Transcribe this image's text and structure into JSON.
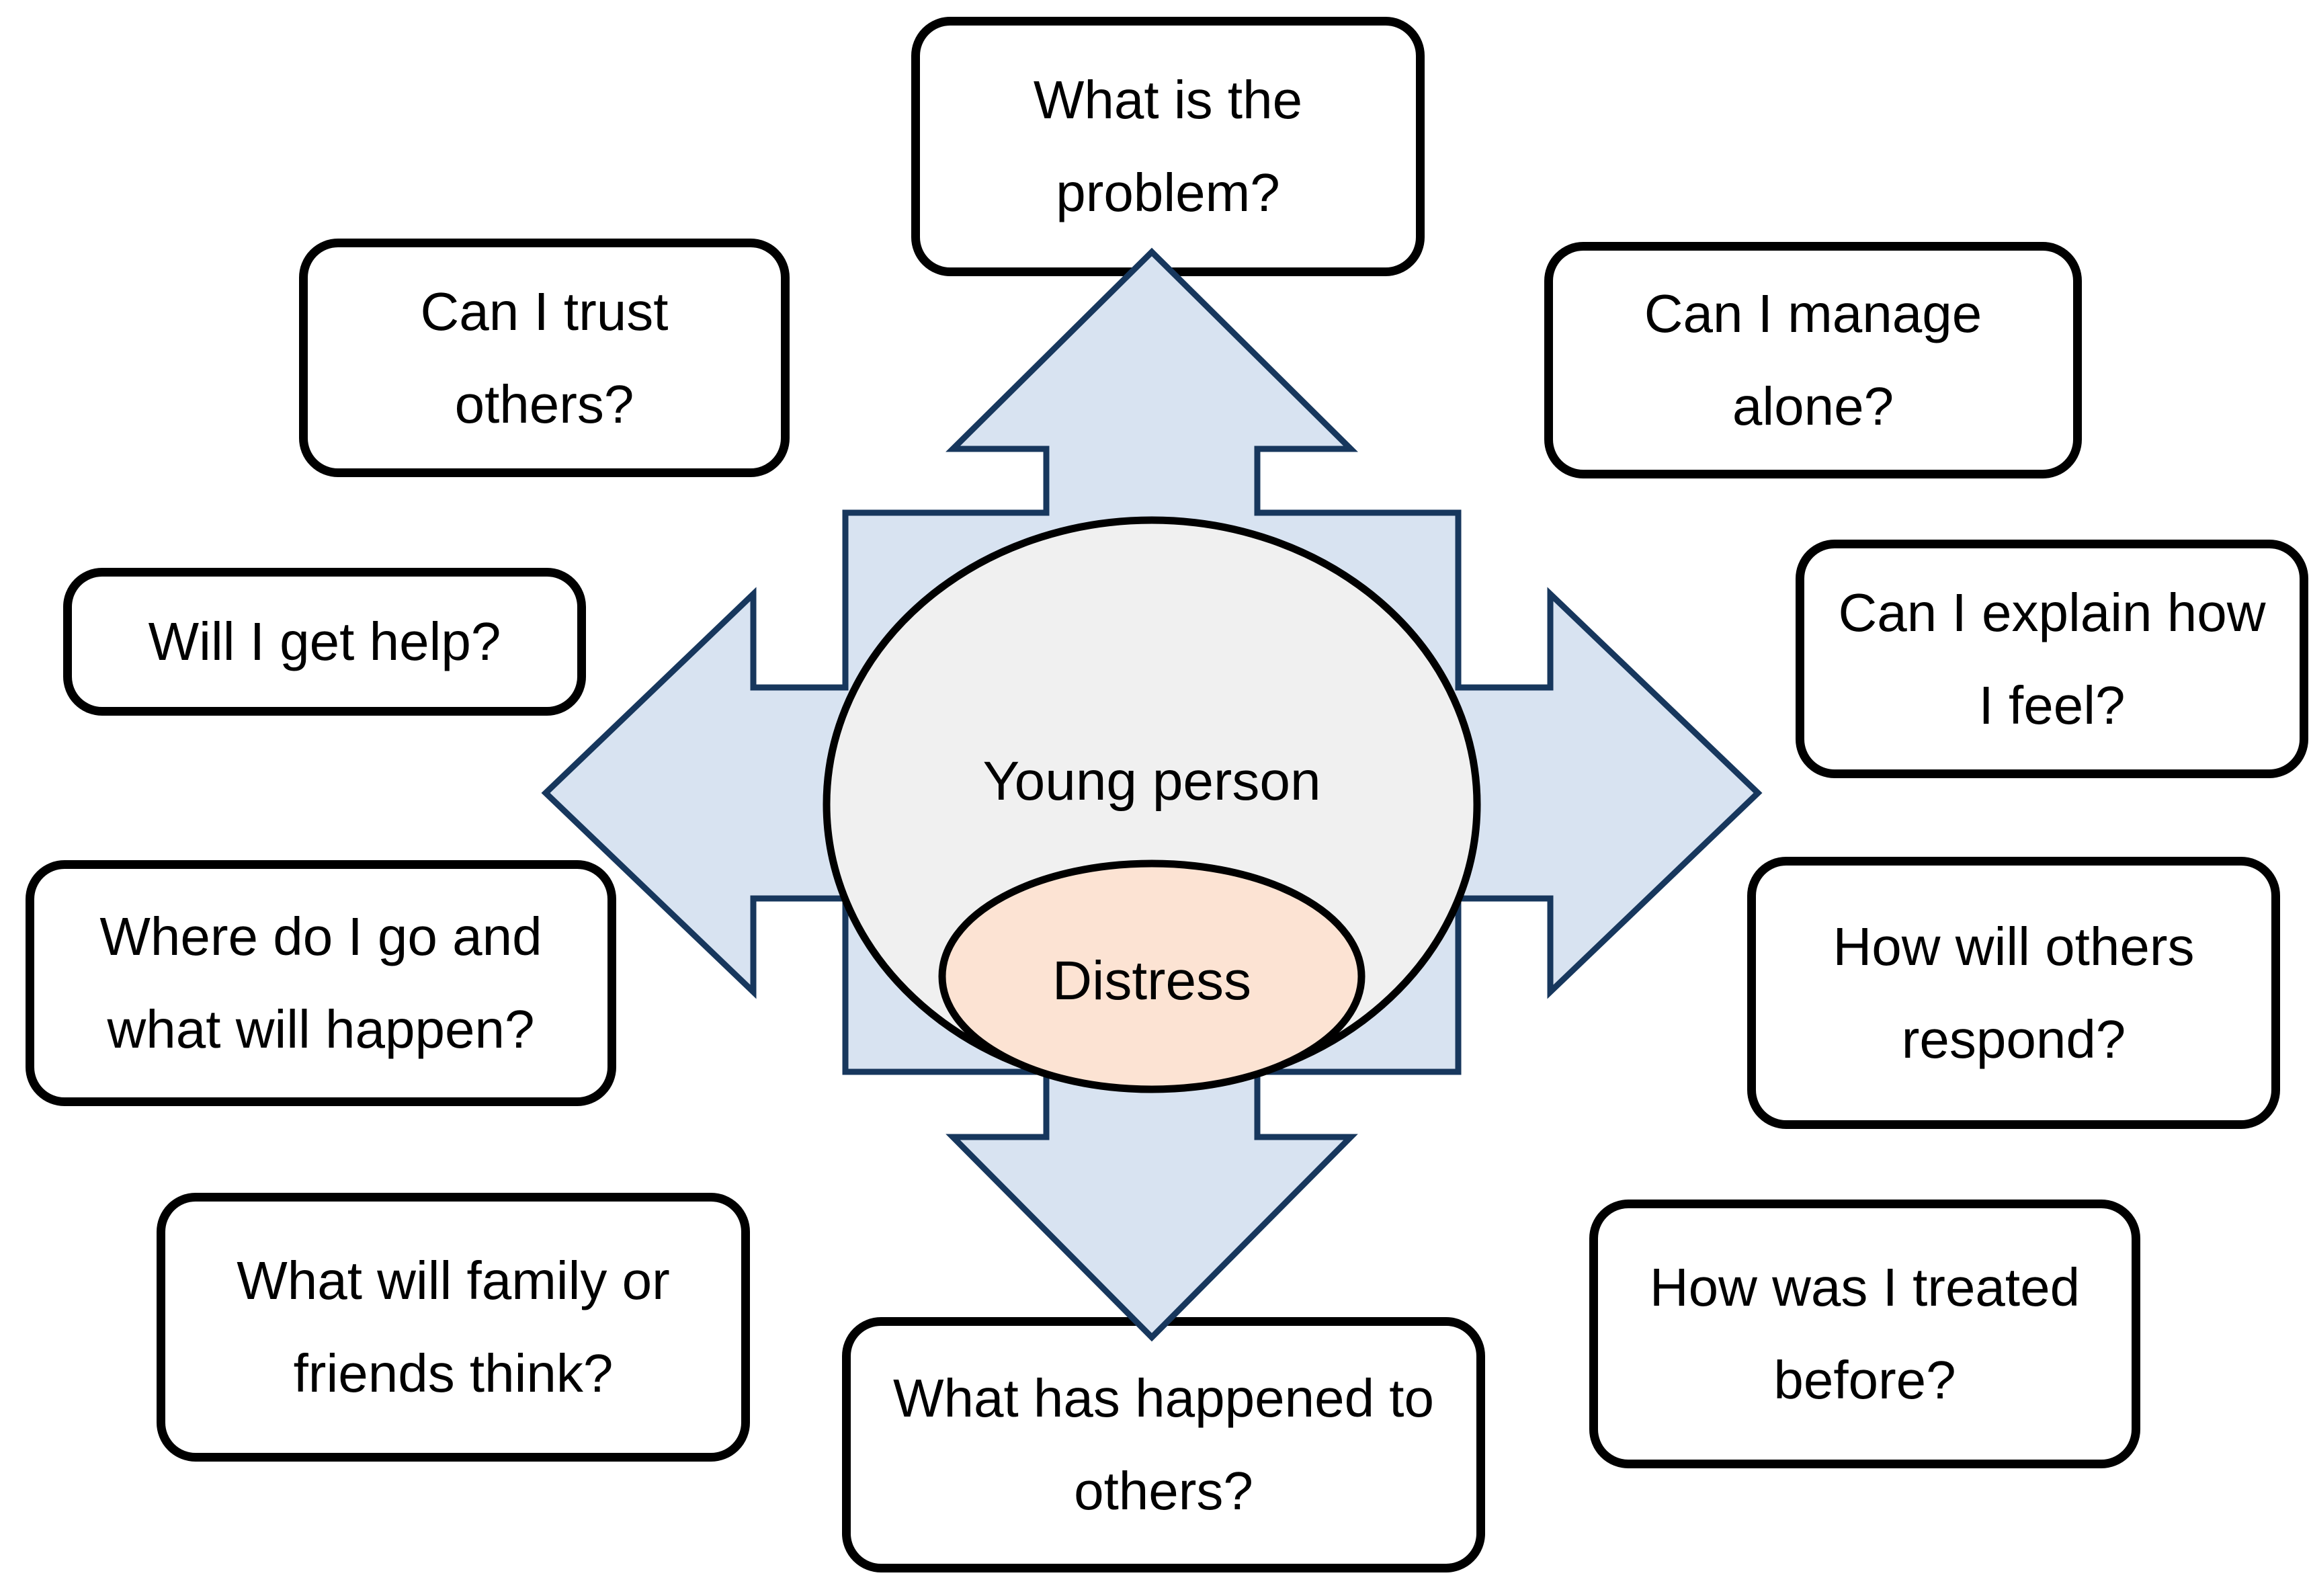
{
  "diagram": {
    "center": {
      "circle_label": "Young person",
      "ellipse_label": "Distress"
    },
    "boxes": [
      {
        "id": "what-is-the-problem",
        "lines": [
          "What is the",
          "problem?"
        ]
      },
      {
        "id": "can-i-trust-others",
        "lines": [
          "Can I trust",
          "others?"
        ]
      },
      {
        "id": "can-i-manage-alone",
        "lines": [
          "Can I manage",
          "alone?"
        ]
      },
      {
        "id": "will-i-get-help",
        "lines": [
          "Will I get help?"
        ]
      },
      {
        "id": "can-i-explain-how-i-feel",
        "lines": [
          "Can I explain how",
          "I feel?"
        ]
      },
      {
        "id": "where-do-i-go",
        "lines": [
          "Where do I go and",
          "what will happen?"
        ]
      },
      {
        "id": "how-will-others-respond",
        "lines": [
          "How will others",
          "respond?"
        ]
      },
      {
        "id": "what-will-family-think",
        "lines": [
          "What will family or",
          "friends think?"
        ]
      },
      {
        "id": "how-was-i-treated",
        "lines": [
          "How was I treated",
          "before?"
        ]
      },
      {
        "id": "what-happened-to-others",
        "lines": [
          "What has happened to",
          "others?"
        ]
      }
    ],
    "arrows": [
      "up",
      "right",
      "down",
      "left"
    ]
  },
  "colors": {
    "background": "#ffffff",
    "arrow_fill": "#d8e3f1",
    "arrow_stroke": "#17375d",
    "circle_fill": "#f0f0f0",
    "circle_stroke": "#000000",
    "ellipse_fill": "#fce3d3",
    "ellipse_stroke": "#000000",
    "box_fill": "#ffffff",
    "box_border": "#000000",
    "text": "#000000"
  }
}
